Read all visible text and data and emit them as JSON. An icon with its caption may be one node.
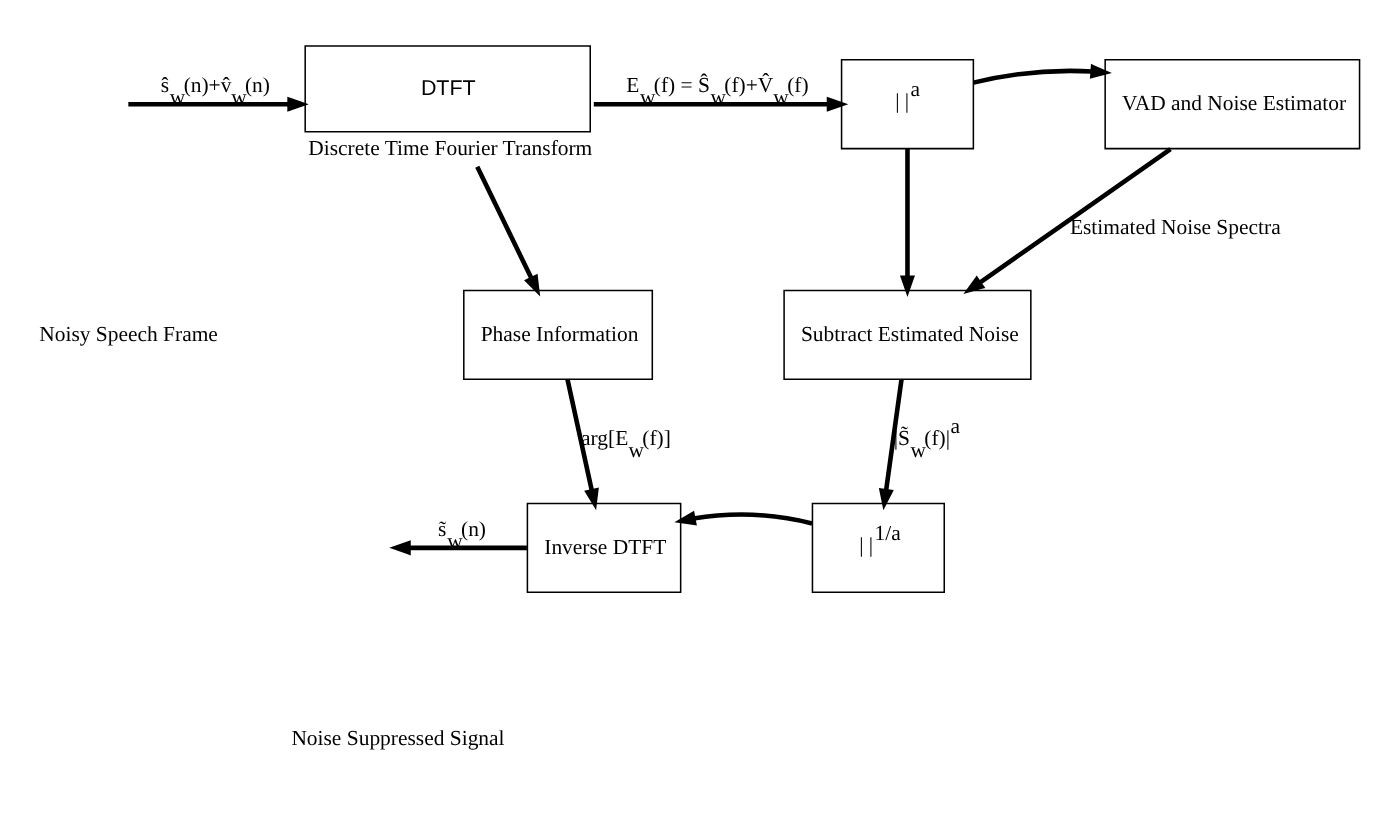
{
  "diagram": {
    "nodes": [
      {
        "text": [
          "DTFT"
        ],
        "beside": [
          "Discrete Time Fourier Transform"
        ]
      },
      {
        "text": [
          "| |$^{a}$"
        ]
      },
      {
        "text": [
          "VAD and Noise Estimator"
        ]
      },
      {
        "text": [
          "Phase Information"
        ]
      },
      {
        "text": [
          "Subtract Estimated Noise"
        ]
      },
      {
        "text": [
          "| |$^{1/a}$"
        ]
      },
      {
        "text": [
          "Inverse DTFT"
        ]
      }
    ],
    "edges": [
      {
        "from": null,
        "to": 0,
        "arrow": "to",
        "label": "ŝ$_{w}$(n)+v̂$_{w}$(n)"
      },
      {
        "from": 0,
        "to": 1,
        "arrow": "to",
        "label": "E$_{w}$(f) = Ŝ$_{w}$(f)+V̂$_{w}$(f)"
      },
      {
        "from": 1,
        "to": 2,
        "arrow": "to"
      },
      {
        "from": 0,
        "to": 3,
        "arrow": "to"
      },
      {
        "from": 1,
        "to": 4,
        "arrow": "to"
      },
      {
        "from": 2,
        "to": 4,
        "arrow": "to",
        "label": "Estimated Noise Spectra"
      },
      {
        "from": 4,
        "to": 5,
        "arrow": "to",
        "label": "|S̃$_{w}$(f)|$^{a}$"
      },
      {
        "from": 3,
        "to": 6,
        "arrow": "to",
        "label": "arg[E$_{w}$(f)]"
      },
      {
        "from": 5,
        "to": 6,
        "arrow": "to"
      },
      {
        "from": 6,
        "to": null,
        "arrow": "to",
        "label": "s̃$_{w}$(n)"
      }
    ],
    "labels": [
      "Noisy Speech Frame",
      "Noise Suppressed Signal"
    ]
  }
}
